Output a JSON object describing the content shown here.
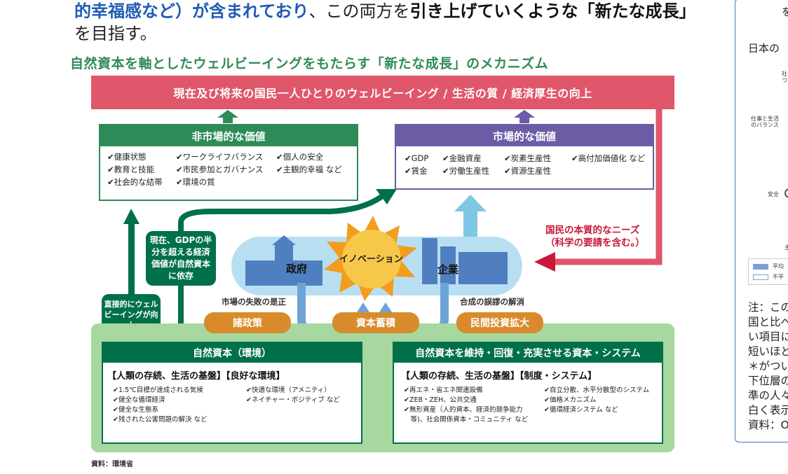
{
  "intro": {
    "line1_blue": "的幸福感など）が含まれており",
    "line1_plain": "、この両方を",
    "line1_bold": "引き上げていくような「新たな成長」",
    "line2": "を目指す。"
  },
  "diagram": {
    "title": "自然資本を軸としたウェルビーイングをもたらす「新たな成長」のメカニズム",
    "top_bar": "現在及び将来の国民一人ひとりのウェルビーイング / 生活の質 / 経済厚生の向上",
    "non_market": {
      "title": "非市場的な価値",
      "rows": [
        [
          "✔健康状態",
          "✔ワークライフバランス",
          "✔個人の安全"
        ],
        [
          "✔教育と技能",
          "✔市民参加とガバナンス",
          "✔主観的幸福 など"
        ],
        [
          "✔社会的な結帯",
          "✔環境の質",
          ""
        ]
      ]
    },
    "market": {
      "title": "市場的な価値",
      "rows": [
        [
          "✔GDP",
          "✔金融資産",
          "✔炭素生産性",
          "✔高付加価値化 など"
        ],
        [
          "✔賃金",
          "✔労働生産性",
          "✔資源生産性",
          ""
        ]
      ]
    },
    "gdp_note": "現在、GDPの半分を超える経済価値が自然資本に依存",
    "direct_note": "直接的にウェルビーイングが向上",
    "needs_note": [
      "国民の本質的なニーズ",
      "（科学の要請を含む。）"
    ],
    "government": "政府",
    "company": "企業",
    "innovation": "イノベーション",
    "market_failure": "市場の失敗の是正",
    "fallacy": "合成の誤謬の解消",
    "policy": "諸政策",
    "capital_accumulation": "資本蓄積",
    "private_investment": "民間投資拡大",
    "natural_capital": {
      "title": "自然資本（環境）",
      "subtitle": "【人類の存続、生活の基盤】【良好な環境】",
      "col1": [
        "✔1.5℃目標が達成される気候",
        "✔健全な循環経済",
        "✔健全な生態系",
        "✔残された公害問題の解決 など"
      ],
      "col2": [
        "✔快適な環境（アメニティ）",
        "✔ネイチャー・ポジティブ など"
      ]
    },
    "capital_system": {
      "title": "自然資本を維持・回復・充実させる資本・システム",
      "subtitle": "【人類の存続、生活の基盤】【制度・システム】",
      "col1": [
        "✔再エネ・省エネ関連設備",
        "✔ZEB・ZEH、公共交通",
        "✔無形資産（人的資本、経済的競争能力",
        "　等)、社会関係資本・コミュニティ など"
      ],
      "col2": [
        "✔自立分散、水平分散型のシステム",
        "✔価格メカニズム",
        "✔循環経済システム など"
      ]
    },
    "source": "資料：環境省"
  },
  "side_panel": {
    "top_char": "を",
    "heading": "日本の",
    "tiny1": [
      "社",
      "つ"
    ],
    "tiny2": [
      "仕事と生活",
      "のバランス"
    ],
    "anzen": "安全",
    "tiny3": "主",
    "legend1": "平均",
    "legend2": "不平",
    "notes": [
      "注：この",
      "国と比べ",
      "い項目に",
      "短いほど",
      "＊がつい",
      "下位層の",
      "準の人々",
      "白く表示",
      "資料：O"
    ]
  },
  "colors": {
    "green": "#2e8b57",
    "dark_green": "#00704a",
    "purple": "#6b5ca5",
    "pink": "#e0566b",
    "orange": "#d98b2b",
    "light_green": "#a6d8a0",
    "blue_text": "#1f5bb5"
  }
}
